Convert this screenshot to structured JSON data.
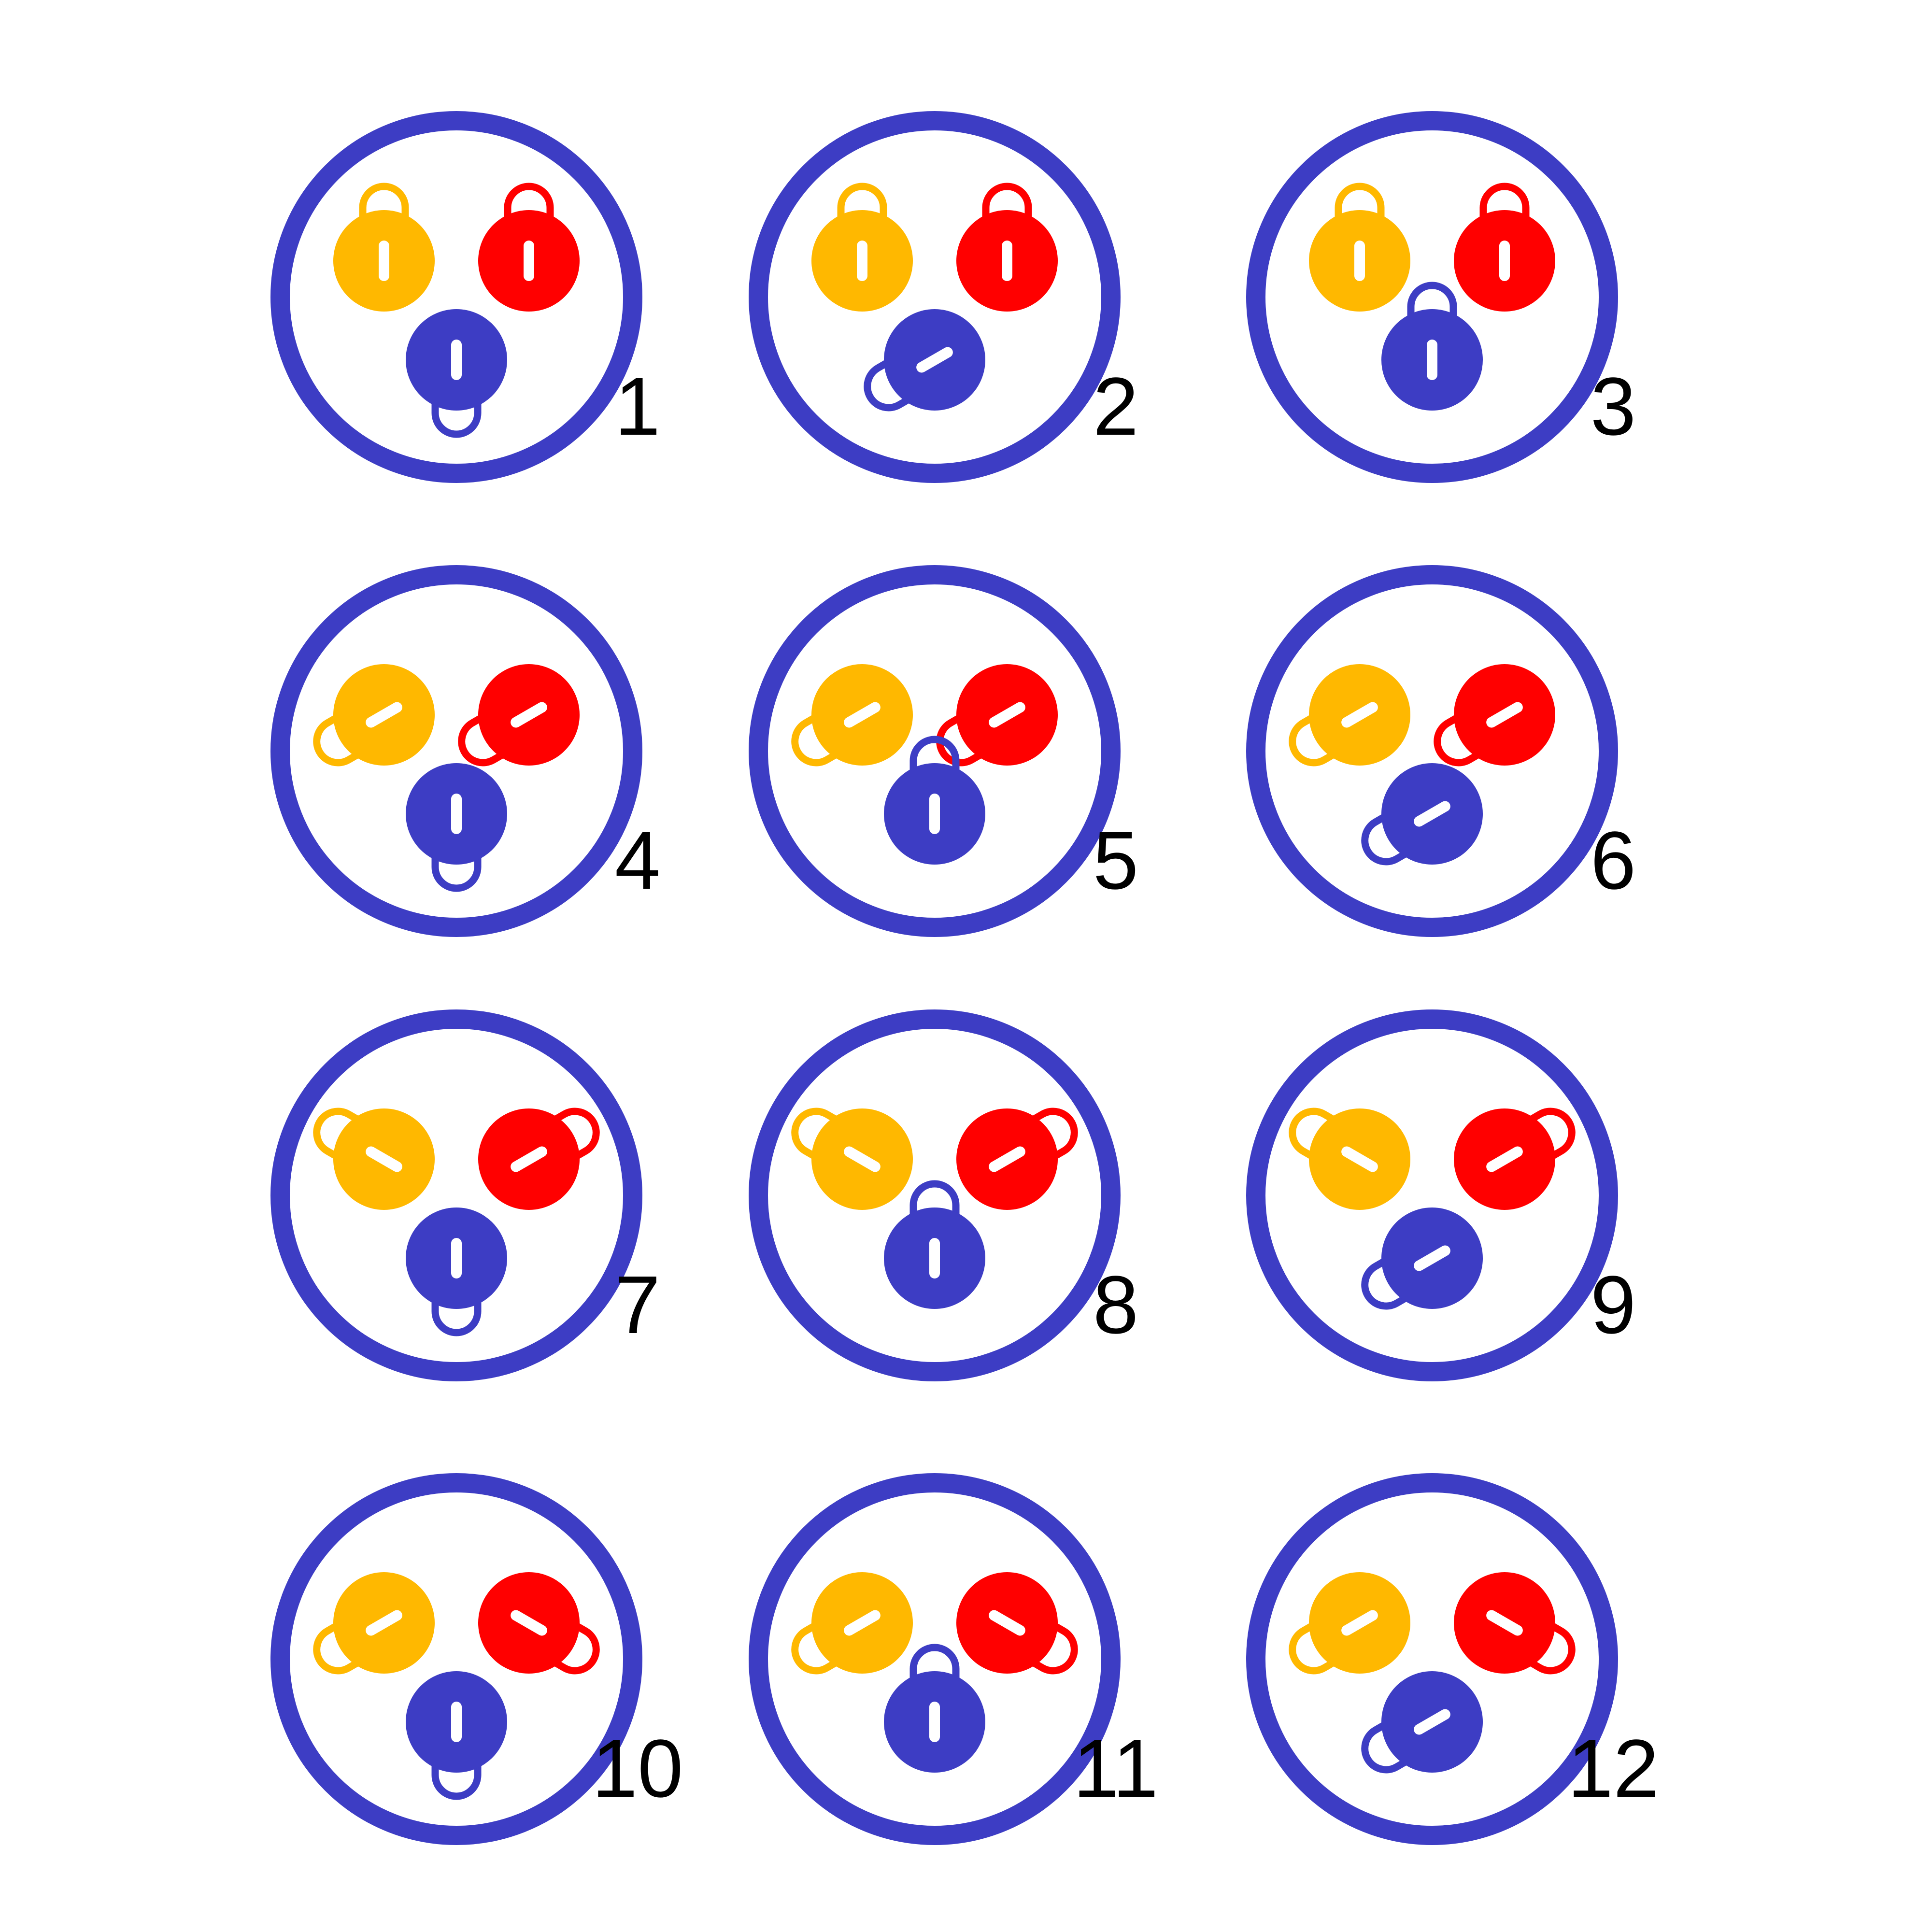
{
  "colors": {
    "ring": "#3d3dc4",
    "yellow": "#ffb800",
    "red": "#ff0000",
    "blue": "#3d3dc4",
    "keyhole": "#ffffff",
    "background": "#ffffff"
  },
  "figures": [
    {
      "label": "1",
      "yellow_rotation": 0,
      "red_rotation": 0,
      "blue_rotation": 180
    },
    {
      "label": "2",
      "yellow_rotation": 0,
      "red_rotation": 0,
      "blue_rotation": -120
    },
    {
      "label": "3",
      "yellow_rotation": 0,
      "red_rotation": 0,
      "blue_rotation": 0
    },
    {
      "label": "4",
      "yellow_rotation": -120,
      "red_rotation": -120,
      "blue_rotation": 180
    },
    {
      "label": "5",
      "yellow_rotation": -120,
      "red_rotation": -120,
      "blue_rotation": 0
    },
    {
      "label": "6",
      "yellow_rotation": -120,
      "red_rotation": -120,
      "blue_rotation": -120
    },
    {
      "label": "7",
      "yellow_rotation": -60,
      "red_rotation": 60,
      "blue_rotation": 180
    },
    {
      "label": "8",
      "yellow_rotation": -60,
      "red_rotation": 60,
      "blue_rotation": 0
    },
    {
      "label": "9",
      "yellow_rotation": -60,
      "red_rotation": 60,
      "blue_rotation": -120
    },
    {
      "label": "10",
      "yellow_rotation": -120,
      "red_rotation": 120,
      "blue_rotation": 180
    },
    {
      "label": "11",
      "yellow_rotation": -120,
      "red_rotation": 120,
      "blue_rotation": 0
    },
    {
      "label": "12",
      "yellow_rotation": -120,
      "red_rotation": 120,
      "blue_rotation": -120
    }
  ]
}
